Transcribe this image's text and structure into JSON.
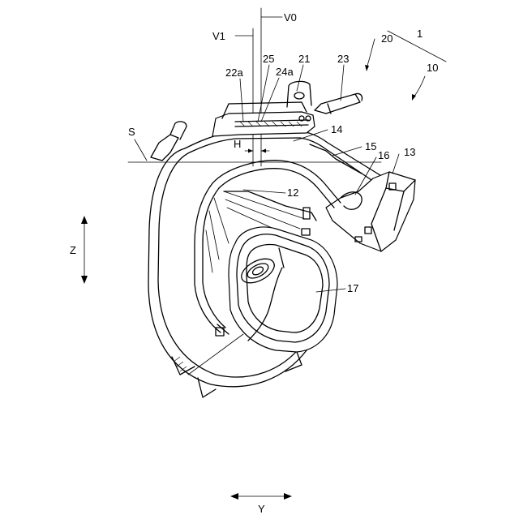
{
  "figure": {
    "labels": {
      "V0": "V0",
      "V1": "V1",
      "S": "S",
      "H": "H",
      "Z": "Z",
      "Y": "Y",
      "n1": "1",
      "n10": "10",
      "n12": "12",
      "n13": "13",
      "n14": "14",
      "n15": "15",
      "n16": "16",
      "n17": "17",
      "n20": "20",
      "n21": "21",
      "n22a": "22a",
      "n23": "23",
      "n24a": "24a",
      "n25": "25"
    }
  }
}
